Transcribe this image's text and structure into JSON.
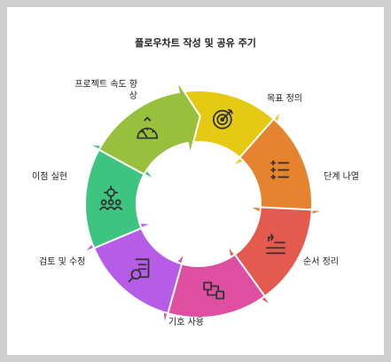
{
  "title": "플로우차트 작성 및 공유 주기",
  "steps": [
    {
      "label": "목표 정의",
      "color": "#E5C913",
      "icon": "target-icon"
    },
    {
      "label": "단계 나열",
      "color": "#E6832E",
      "icon": "list-icon"
    },
    {
      "label": "순서 정리",
      "color": "#E45A4F",
      "icon": "sort-order-icon"
    },
    {
      "label": "기호 사용",
      "color": "#DE4FA2",
      "icon": "flowchart-symbol-icon"
    },
    {
      "label": "검토 및 수정",
      "color": "#B65CE6",
      "icon": "document-search-icon"
    },
    {
      "label": "이점 실현",
      "color": "#3DC47E",
      "icon": "team-gear-icon"
    },
    {
      "label": "프로젝트 속도 향\n상",
      "color": "#97C13C",
      "icon": "speedometer-icon"
    }
  ]
}
